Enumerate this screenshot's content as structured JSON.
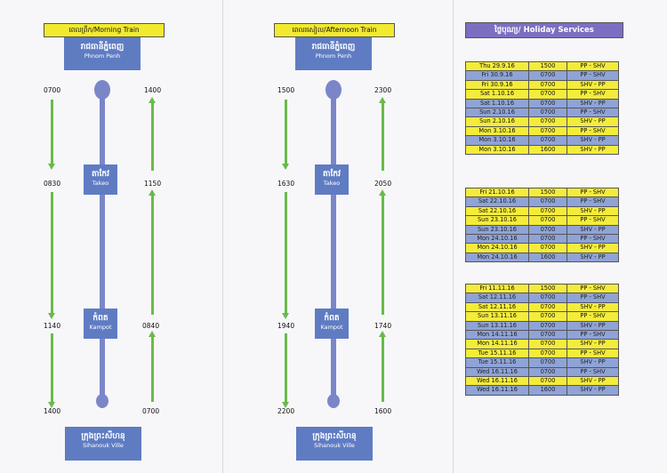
{
  "headers": {
    "morning": "ពេលព្រឹក/Morning Train",
    "afternoon": "ពេលរសៀល/Afternoon Train",
    "holiday": "ថ្ងៃបុណ្យ/ Holiday Services"
  },
  "stations": {
    "phnom_penh": {
      "km": "រាជធានីភ្នំពេញ",
      "en": "Phnom Penh"
    },
    "takeo": {
      "km": "តាកែវ",
      "en": "Takeo"
    },
    "kampot": {
      "km": "កំពត",
      "en": "Kampot"
    },
    "sihanouk": {
      "km": "ក្រុងព្រះសីហនុ",
      "en": "Sihanouk Ville"
    }
  },
  "morning_times": {
    "down": [
      "0700",
      "0830",
      "1140",
      "1400"
    ],
    "up": [
      "1400",
      "1150",
      "0840",
      "0700"
    ]
  },
  "afternoon_times": {
    "down": [
      "1500",
      "1630",
      "1940",
      "2200"
    ],
    "up": [
      "2300",
      "2050",
      "1740",
      "1600"
    ]
  },
  "holiday_blocks": [
    {
      "rows": [
        {
          "date": "Thu  29.9.16",
          "time": "1500",
          "route": "PP - SHV",
          "style": "y"
        },
        {
          "date": "Fri  30.9.16",
          "time": "0700",
          "route": "PP - SHV",
          "style": "b"
        },
        {
          "date": "Fri  30.9.16",
          "time": "0700",
          "route": "SHV - PP",
          "style": "y"
        },
        {
          "date": "Sat  1.10.16",
          "time": "0700",
          "route": "PP - SHV",
          "style": "y"
        },
        {
          "date": "Sat  1.10.16",
          "time": "0700",
          "route": "SHV - PP",
          "style": "b"
        },
        {
          "date": "Sun  2.10.16",
          "time": "0700",
          "route": "PP - SHV",
          "style": "b"
        },
        {
          "date": "Sun  2.10.16",
          "time": "0700",
          "route": "SHV - PP",
          "style": "y"
        },
        {
          "date": "Mon  3.10.16",
          "time": "0700",
          "route": "PP - SHV",
          "style": "y"
        },
        {
          "date": "Mon  3.10.16",
          "time": "0700",
          "route": "SHV - PP",
          "style": "b"
        },
        {
          "date": "Mon  3.10.16",
          "time": "1600",
          "route": "SHV - PP",
          "style": "y"
        }
      ]
    },
    {
      "rows": [
        {
          "date": "Fri  21.10.16",
          "time": "1500",
          "route": "PP - SHV",
          "style": "y"
        },
        {
          "date": "Sat  22.10.16",
          "time": "0700",
          "route": "PP - SHV",
          "style": "b"
        },
        {
          "date": "Sat  22.10.16",
          "time": "0700",
          "route": "SHV - PP",
          "style": "y"
        },
        {
          "date": "Sun  23.10.16",
          "time": "0700",
          "route": "PP - SHV",
          "style": "y"
        },
        {
          "date": "Sun  23.10.16",
          "time": "0700",
          "route": "SHV - PP",
          "style": "b"
        },
        {
          "date": "Mon  24.10.16",
          "time": "0700",
          "route": "PP - SHV",
          "style": "b"
        },
        {
          "date": "Mon  24.10.16",
          "time": "0700",
          "route": "SHV - PP",
          "style": "y"
        },
        {
          "date": "Mon  24.10.16",
          "time": "1600",
          "route": "SHV - PP",
          "style": "b"
        }
      ]
    },
    {
      "rows": [
        {
          "date": "Fri  11.11.16",
          "time": "1500",
          "route": "PP - SHV",
          "style": "y"
        },
        {
          "date": "Sat  12.11.16",
          "time": "0700",
          "route": "PP - SHV",
          "style": "b"
        },
        {
          "date": "Sat  12.11.16",
          "time": "0700",
          "route": "SHV - PP",
          "style": "y"
        },
        {
          "date": "Sun  13.11.16",
          "time": "0700",
          "route": "PP - SHV",
          "style": "y"
        },
        {
          "date": "Sun  13.11.16",
          "time": "0700",
          "route": "SHV - PP",
          "style": "b"
        },
        {
          "date": "Mon  14.11.16",
          "time": "0700",
          "route": "PP - SHV",
          "style": "b"
        },
        {
          "date": "Mon  14.11.16",
          "time": "0700",
          "route": "SHV - PP",
          "style": "y"
        },
        {
          "date": "Tue  15.11.16",
          "time": "0700",
          "route": "PP - SHV",
          "style": "y"
        },
        {
          "date": "Tue  15.11.16",
          "time": "0700",
          "route": "SHV - PP",
          "style": "b"
        },
        {
          "date": "Wed  16.11.16",
          "time": "0700",
          "route": "PP - SHV",
          "style": "b"
        },
        {
          "date": "Wed  16.11.16",
          "time": "0700",
          "route": "SHV - PP",
          "style": "y"
        },
        {
          "date": "Wed  16.11.16",
          "time": "1600",
          "route": "SHV - PP",
          "style": "b"
        }
      ]
    }
  ],
  "colors": {
    "yellow": "#f4ec3a",
    "blue_row": "#8fa3d6",
    "station": "#5f7cc3",
    "line": "#7b86c9",
    "arrow": "#6aba4a"
  }
}
